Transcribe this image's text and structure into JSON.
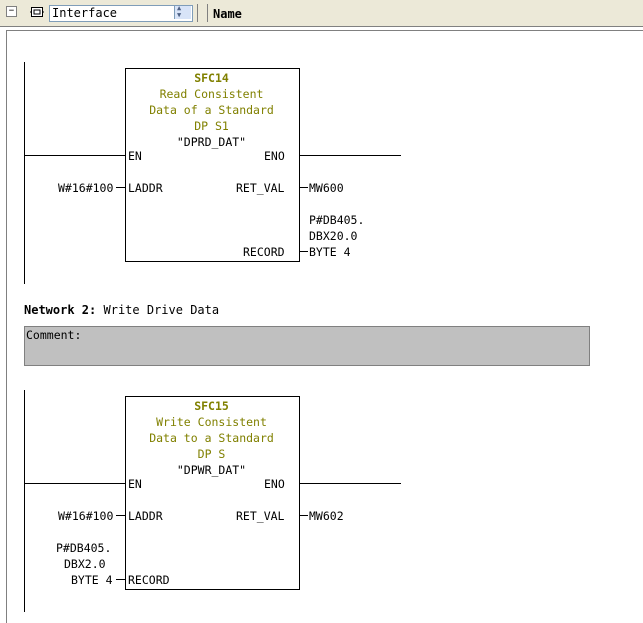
{
  "toolbar": {
    "tree_toggle": "−",
    "interface_label": "Interface",
    "column_name": "Name"
  },
  "network1": {
    "block": {
      "number": "SFC14",
      "description": [
        "Read Consistent",
        "Data of a Standard",
        "DP S1"
      ],
      "symbol": "\"DPRD_DAT\""
    },
    "pins": {
      "en": "EN",
      "eno": "ENO",
      "laddr": "LADDR",
      "ret_val": "RET_VAL",
      "record": "RECORD"
    },
    "operands": {
      "laddr": "W#16#100",
      "ret_val": "MW600",
      "record": [
        "P#DB405.",
        "DBX20.0",
        "BYTE 4"
      ]
    }
  },
  "network2": {
    "label": "Network 2",
    "title": "Write Drive Data",
    "comment_label": "Comment:",
    "block": {
      "number": "SFC15",
      "description": [
        "Write Consistent",
        "Data to a Standard",
        "DP S"
      ],
      "symbol": "\"DPWR_DAT\""
    },
    "pins": {
      "en": "EN",
      "eno": "ENO",
      "laddr": "LADDR",
      "ret_val": "RET_VAL",
      "record": "RECORD"
    },
    "operands": {
      "laddr": "W#16#100",
      "ret_val": "MW602",
      "record": [
        "P#DB405.",
        "DBX2.0",
        "BYTE 4"
      ]
    }
  }
}
